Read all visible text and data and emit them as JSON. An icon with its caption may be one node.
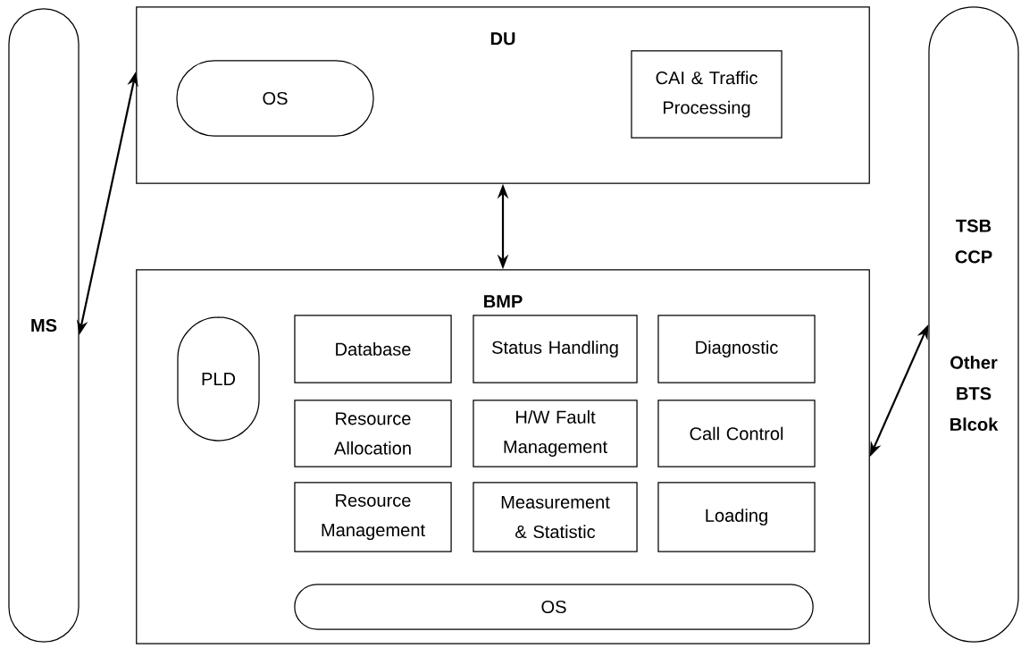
{
  "diagram": {
    "nodes": [
      {
        "text": [
          "MS"
        ]
      },
      {
        "text": [
          "DU"
        ]
      },
      {
        "text": [
          "OS"
        ],
        "in": 1
      },
      {
        "text": [
          "CAI & Traffic Processing"
        ],
        "in": 1
      },
      {
        "text": [
          "BMP"
        ]
      },
      {
        "text": [
          "PLD"
        ],
        "in": 4
      },
      {
        "text": [
          "Database"
        ],
        "in": 4
      },
      {
        "text": [
          "Status Handling"
        ],
        "in": 4
      },
      {
        "text": [
          "Diagnostic"
        ],
        "in": 4
      },
      {
        "text": [
          "Resource Allocation"
        ],
        "in": 4
      },
      {
        "text": [
          "H/W Fault Management"
        ],
        "in": 4
      },
      {
        "text": [
          "Call Control"
        ],
        "in": 4
      },
      {
        "text": [
          "Resource Management"
        ],
        "in": 4
      },
      {
        "text": [
          "Measurement & Statistic"
        ],
        "in": 4
      },
      {
        "text": [
          "Loading"
        ],
        "in": 4
      },
      {
        "text": [
          "OS"
        ],
        "in": 4
      },
      {
        "text": [
          "TSB CCP",
          "Other BTS Blcok"
        ]
      }
    ],
    "edges": [
      {
        "from": 0,
        "to": 1,
        "arrow": "both"
      },
      {
        "from": 1,
        "to": 4,
        "arrow": "both"
      },
      {
        "from": 4,
        "to": 16,
        "arrow": "both"
      }
    ]
  }
}
